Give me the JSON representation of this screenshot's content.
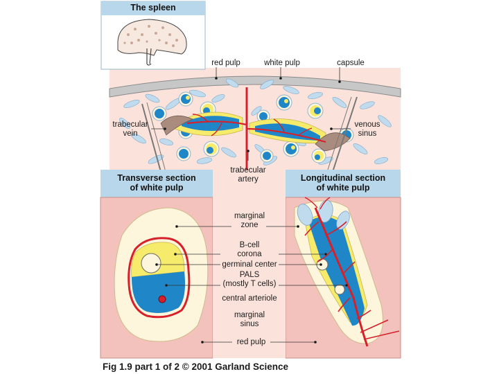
{
  "inset": {
    "title": "The spleen"
  },
  "top_labels": {
    "red_pulp": "red pulp",
    "white_pulp": "white pulp",
    "capsule": "capsule",
    "trabecular_vein": [
      "trabecular",
      "vein"
    ],
    "venous_sinus": [
      "venous",
      "sinus"
    ],
    "trabecular_artery": [
      "trabecular",
      "artery"
    ]
  },
  "panels": {
    "transverse_title": [
      "Transverse section",
      "of white pulp"
    ],
    "longitudinal_title": [
      "Longitudinal section",
      "of white pulp"
    ]
  },
  "center_labels": {
    "marginal_zone": [
      "marginal",
      "zone"
    ],
    "b_cell_corona": [
      "B-cell",
      "corona"
    ],
    "germinal_center": "germinal center",
    "pals": [
      "PALS",
      "(mostly T cells)"
    ],
    "central_arteriole": "central arteriole",
    "marginal_sinus": [
      "marginal",
      "sinus"
    ],
    "red_pulp": "red pulp"
  },
  "caption": "Fig 1.9 part 1 of 2  © 2001 Garland Science",
  "colors": {
    "title_bar": "#b9d7ea",
    "red_pulp_bg": "#f3c2bd",
    "tissue_bg": "#fbe3dc",
    "marginal_zone": "#fdf6dc",
    "b_cell": "#f7eb6b",
    "t_cell": "#1f86c7",
    "artery": "#d8202a",
    "vein": "#a98c7e"
  }
}
